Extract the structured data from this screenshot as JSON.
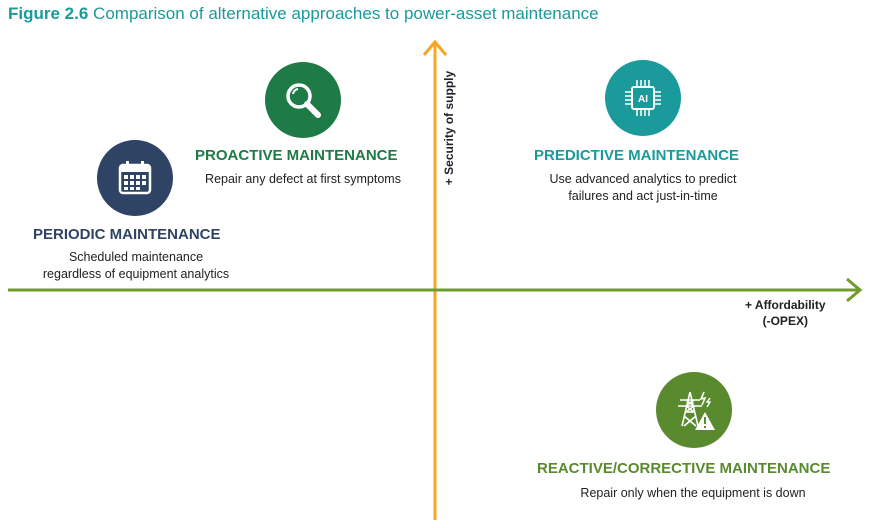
{
  "figure": {
    "label": "Figure 2.6",
    "caption": "Comparison of alternative approaches to power-asset maintenance"
  },
  "axes": {
    "y_label": "+ Security of supply",
    "x_label_line1": "+ Affordability",
    "x_label_line2": "(-OPEX)"
  },
  "approaches": {
    "periodic": {
      "title": "PERIODIC MAINTENANCE",
      "desc_line1": "Scheduled maintenance",
      "desc_line2": "regardless of equipment analytics",
      "icon": "calendar-icon",
      "color": "#2f4464"
    },
    "proactive": {
      "title": "PROACTIVE MAINTENANCE",
      "desc_line1": "Repair any defect at first symptoms",
      "icon": "magnifier-icon",
      "color": "#1e7a46"
    },
    "predictive": {
      "title": "PREDICTIVE MAINTENANCE",
      "desc_line1": "Use advanced analytics to predict",
      "desc_line2": "failures and act just-in-time",
      "icon": "ai-chip-icon",
      "icon_text": "AI",
      "color": "#1a9a9a"
    },
    "reactive": {
      "title": "REACTIVE/CORRECTIVE MAINTENANCE",
      "desc_line1": "Repair only when the equipment is down",
      "icon": "power-tower-warning-icon",
      "color": "#5a8a2e"
    }
  },
  "colors": {
    "title": "#1a9a9a",
    "y_axis": "#f5a623",
    "x_axis": "#6e9c2f"
  }
}
